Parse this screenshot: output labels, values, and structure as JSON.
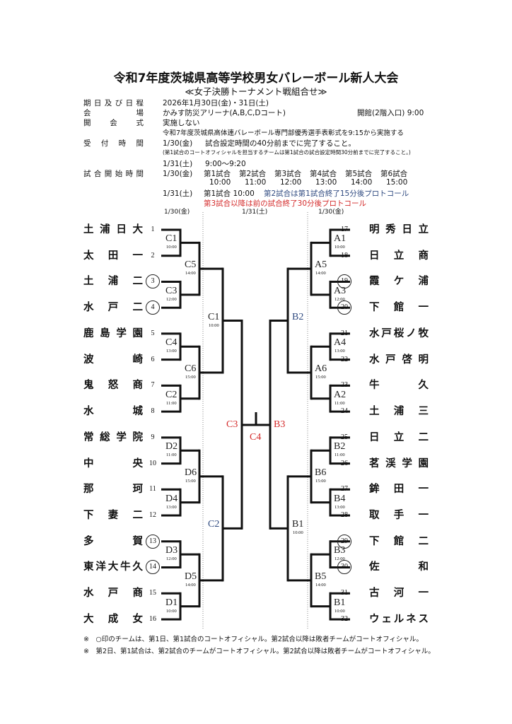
{
  "header": {
    "title": "令和7年度茨城県高等学校男女バレーボール新人大会",
    "subtitle": "≪女子決勝トーナメント戦組合せ≫"
  },
  "info": {
    "schedule_label": "期日及び日程",
    "schedule_value": "2026年1月30日(金)・31日(土)",
    "venue_label": "会場",
    "venue_value": "かみす防災アリーナ(A,B,C,Dコート)",
    "venue_open": "開館(2階入口) 9:00",
    "opening_label": "開会式",
    "opening_value": "実施しない",
    "opening_note": "令和7年度茨城県高体連バレーボール専門部優秀選手表彰式を9:15から実施する",
    "reception_label": "受付時間",
    "reception_day1": "1/30(金)",
    "reception_day1_text": "試合設定時間の40分前までに完了すること。",
    "reception_note": "(第1試合のコートオフィシャルを担当するチームは第1試合の試合設定時間30分前までに完了すること。)",
    "reception_day2": "1/31(土)",
    "reception_day2_text": "9:00～9:20",
    "start_label": "試合開始時間",
    "start_day1": "1/30(金)",
    "start_matches": [
      {
        "name": "第1試合",
        "time": "10:00"
      },
      {
        "name": "第2試合",
        "time": "11:00"
      },
      {
        "name": "第3試合",
        "time": "12:00"
      },
      {
        "name": "第4試合",
        "time": "13:00"
      },
      {
        "name": "第5試合",
        "time": "14:00"
      },
      {
        "name": "第6試合",
        "time": "15:00"
      }
    ],
    "start_day2": "1/31(土)",
    "start_day2_first": "第1試合 10:00",
    "start_day2_second": "第2試合は第1試合終了15分後プロトコール",
    "start_day2_third": "第3試合以降は前の試合終了30分後プロトコール"
  },
  "dates": {
    "left": "1/30(金)",
    "center": "1/31(土)",
    "right": "1/30(金)"
  },
  "teams": [
    {
      "num": "1",
      "name": "土浦日大",
      "circled": false
    },
    {
      "num": "2",
      "name": "太田一",
      "circled": false
    },
    {
      "num": "3",
      "name": "土浦二",
      "circled": true
    },
    {
      "num": "4",
      "name": "水戸二",
      "circled": true
    },
    {
      "num": "5",
      "name": "鹿島学園",
      "circled": false
    },
    {
      "num": "6",
      "name": "波崎",
      "circled": false
    },
    {
      "num": "7",
      "name": "鬼怒商",
      "circled": false
    },
    {
      "num": "8",
      "name": "水城",
      "circled": false
    },
    {
      "num": "9",
      "name": "常総学院",
      "circled": false
    },
    {
      "num": "10",
      "name": "中央",
      "circled": false
    },
    {
      "num": "11",
      "name": "那珂",
      "circled": false
    },
    {
      "num": "12",
      "name": "下妻二",
      "circled": false
    },
    {
      "num": "13",
      "name": "多賀",
      "circled": true
    },
    {
      "num": "14",
      "name": "東洋大牛久",
      "circled": true
    },
    {
      "num": "15",
      "name": "水戸商",
      "circled": false
    },
    {
      "num": "16",
      "name": "大成女",
      "circled": false
    },
    {
      "num": "17",
      "name": "明秀日立",
      "circled": false
    },
    {
      "num": "18",
      "name": "日立商",
      "circled": false
    },
    {
      "num": "19",
      "name": "霞ケ浦",
      "circled": true
    },
    {
      "num": "20",
      "name": "下館一",
      "circled": true
    },
    {
      "num": "21",
      "name": "水戸桜ノ牧",
      "circled": false
    },
    {
      "num": "22",
      "name": "水戸啓明",
      "circled": false
    },
    {
      "num": "23",
      "name": "牛久",
      "circled": false
    },
    {
      "num": "24",
      "name": "土浦三",
      "circled": false
    },
    {
      "num": "25",
      "name": "日立二",
      "circled": false
    },
    {
      "num": "26",
      "name": "茗渓学園",
      "circled": false
    },
    {
      "num": "27",
      "name": "鉾田一",
      "circled": false
    },
    {
      "num": "28",
      "name": "取手一",
      "circled": false
    },
    {
      "num": "29",
      "name": "下館二",
      "circled": true
    },
    {
      "num": "30",
      "name": "佐和",
      "circled": true
    },
    {
      "num": "31",
      "name": "古河一",
      "circled": false
    },
    {
      "num": "32",
      "name": "ウェルネス",
      "circled": false
    }
  ],
  "matches": {
    "left_r1": [
      {
        "id": "C1",
        "time": "10:00"
      },
      {
        "id": "C3",
        "time": "12:00"
      },
      {
        "id": "C4",
        "time": "13:00"
      },
      {
        "id": "C2",
        "time": "11:00"
      },
      {
        "id": "D2",
        "time": "11:00"
      },
      {
        "id": "D4",
        "time": "13:00"
      },
      {
        "id": "D3",
        "time": "12:00"
      },
      {
        "id": "D1",
        "time": "10:00"
      }
    ],
    "left_r2": [
      {
        "id": "C5",
        "time": "14:00"
      },
      {
        "id": "C6",
        "time": "15:00"
      },
      {
        "id": "D6",
        "time": "15:00"
      },
      {
        "id": "D5",
        "time": "14:00"
      }
    ],
    "left_qf": [
      {
        "id": "C1",
        "time": "10:00"
      },
      {
        "id": "C2",
        "time": ""
      }
    ],
    "right_r1": [
      {
        "id": "A1",
        "time": "10:00"
      },
      {
        "id": "A3",
        "time": "12:00"
      },
      {
        "id": "A4",
        "time": "13:00"
      },
      {
        "id": "A2",
        "time": "11:00"
      },
      {
        "id": "B2",
        "time": "11:00"
      },
      {
        "id": "B4",
        "time": "13:00"
      },
      {
        "id": "B3",
        "time": "12:00"
      },
      {
        "id": "B1",
        "time": "10:00"
      }
    ],
    "right_r2": [
      {
        "id": "A5",
        "time": "14:00"
      },
      {
        "id": "A6",
        "time": "15:00"
      },
      {
        "id": "B6",
        "time": "15:00"
      },
      {
        "id": "B5",
        "time": "14:00"
      }
    ],
    "right_qf": [
      {
        "id": "B2",
        "time": ""
      },
      {
        "id": "B1",
        "time": "10:00"
      }
    ],
    "semi_left": "C3",
    "semi_right": "B3",
    "final": "C4"
  },
  "colors": {
    "red": "#d42a2a",
    "blue": "#2f4a80"
  },
  "notes": [
    "※　○印のチームは、第1日、第1試合のコートオフィシャル。第2試合以降は敗者チームがコートオフィシャル。",
    "※　第2日、第1試合は、第2試合のチームがコートオフィシャル。第2試合以降は敗者チームがコートオフィシャル。"
  ]
}
